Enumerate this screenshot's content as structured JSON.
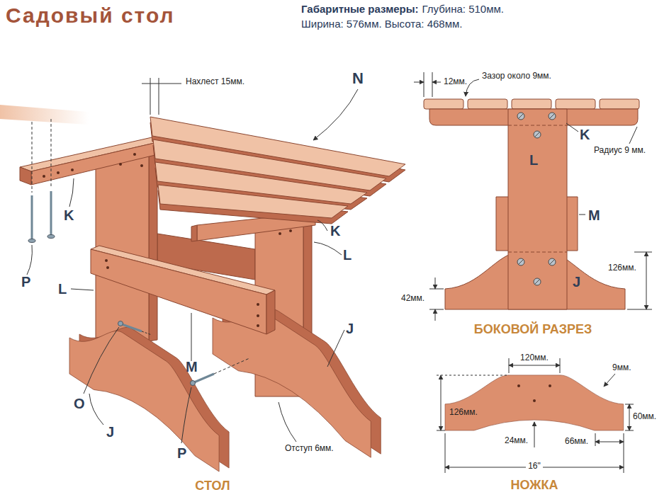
{
  "diagram": {
    "title": "Садовый стол",
    "labels": [
      "Габаритные размеры:",
      "Глубина: 510мм.",
      "Ширина: 576мм. Высота: 468мм.",
      "Нахлест 15мм.",
      "N",
      "K",
      "P",
      "L",
      "K",
      "L",
      "J",
      "O",
      "M",
      "J",
      "P",
      "Отступ 6мм.",
      "СТОЛ",
      "12мм.",
      "Зазор около 9мм.",
      "K",
      "Радиус 9 мм.",
      "L",
      "M",
      "126мм.",
      "42мм.",
      "J",
      "БОКОВОЙ РАЗРЕЗ",
      "120мм.",
      "9мм.",
      "126мм.",
      "60мм.",
      "24мм.",
      "66мм.",
      "16\"",
      "НОЖКА"
    ]
  }
}
